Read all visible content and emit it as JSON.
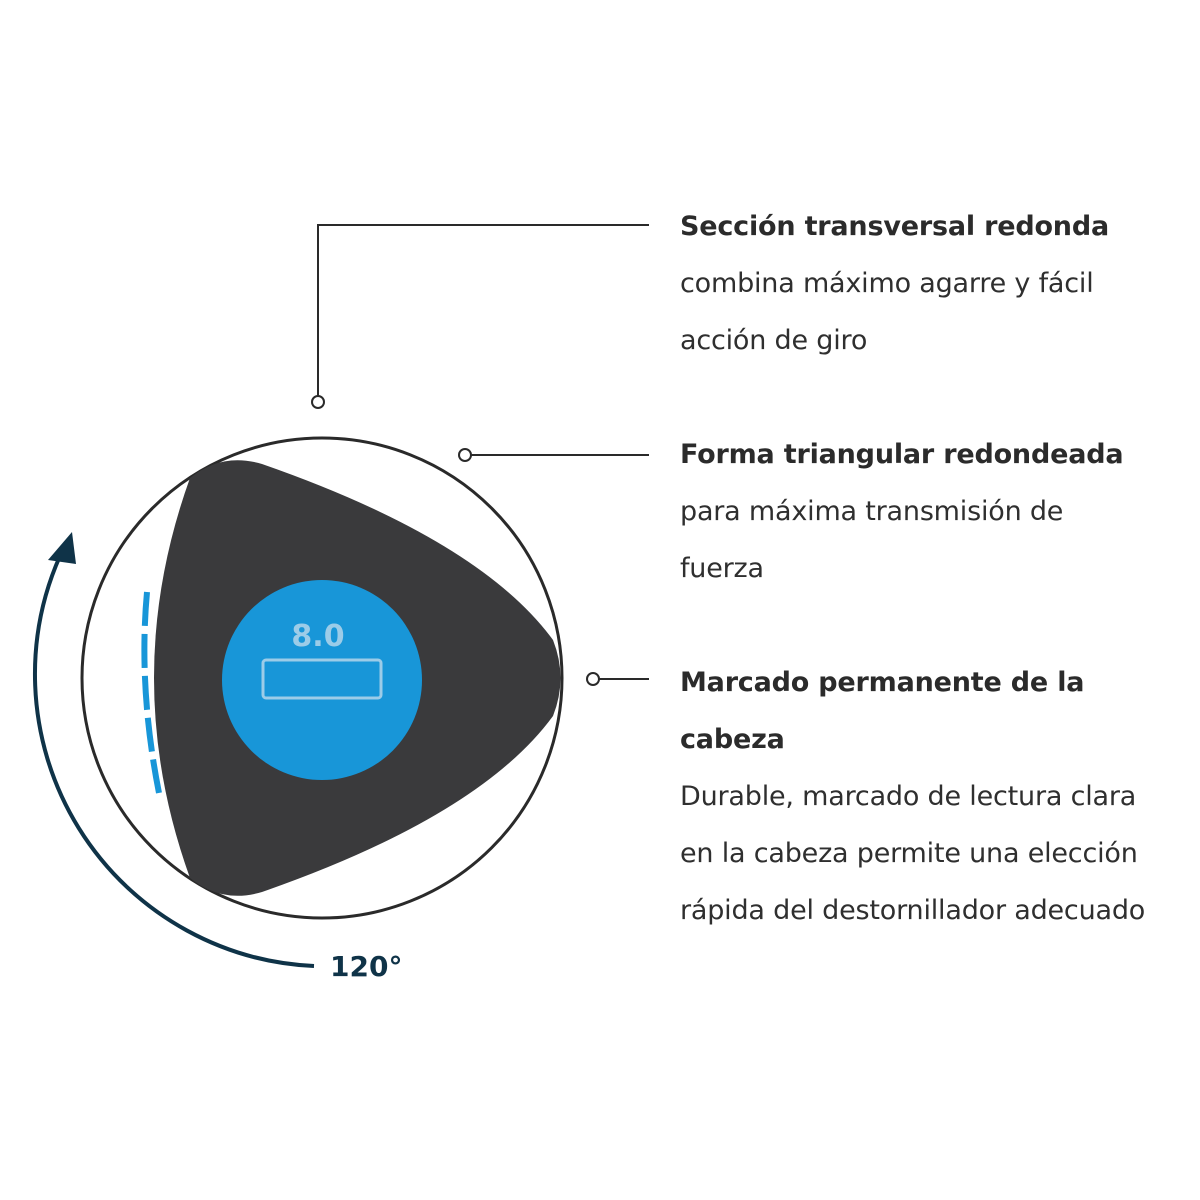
{
  "callouts": [
    {
      "title": "Sección transversal redonda",
      "description": "combina máximo agarre y fácil\nacción de giro"
    },
    {
      "title": "Forma triangular redondeada",
      "description": "para máxima transmisión de\nfuerza"
    },
    {
      "title": "Marcado permanente de la cabeza",
      "description": "Durable, marcado de lectura clara\nen la cabeza permite una elección\nrápida del destornillador adecuado"
    }
  ],
  "head_marking": {
    "size": "8.0"
  },
  "rotation": {
    "angle_label": "120°"
  },
  "colors": {
    "handle_dark": "#3a3a3c",
    "marking_blue": "#1896d8",
    "arrow_navy": "#0f3348",
    "line": "#2a2a2a",
    "text": "#2b2b2b"
  }
}
